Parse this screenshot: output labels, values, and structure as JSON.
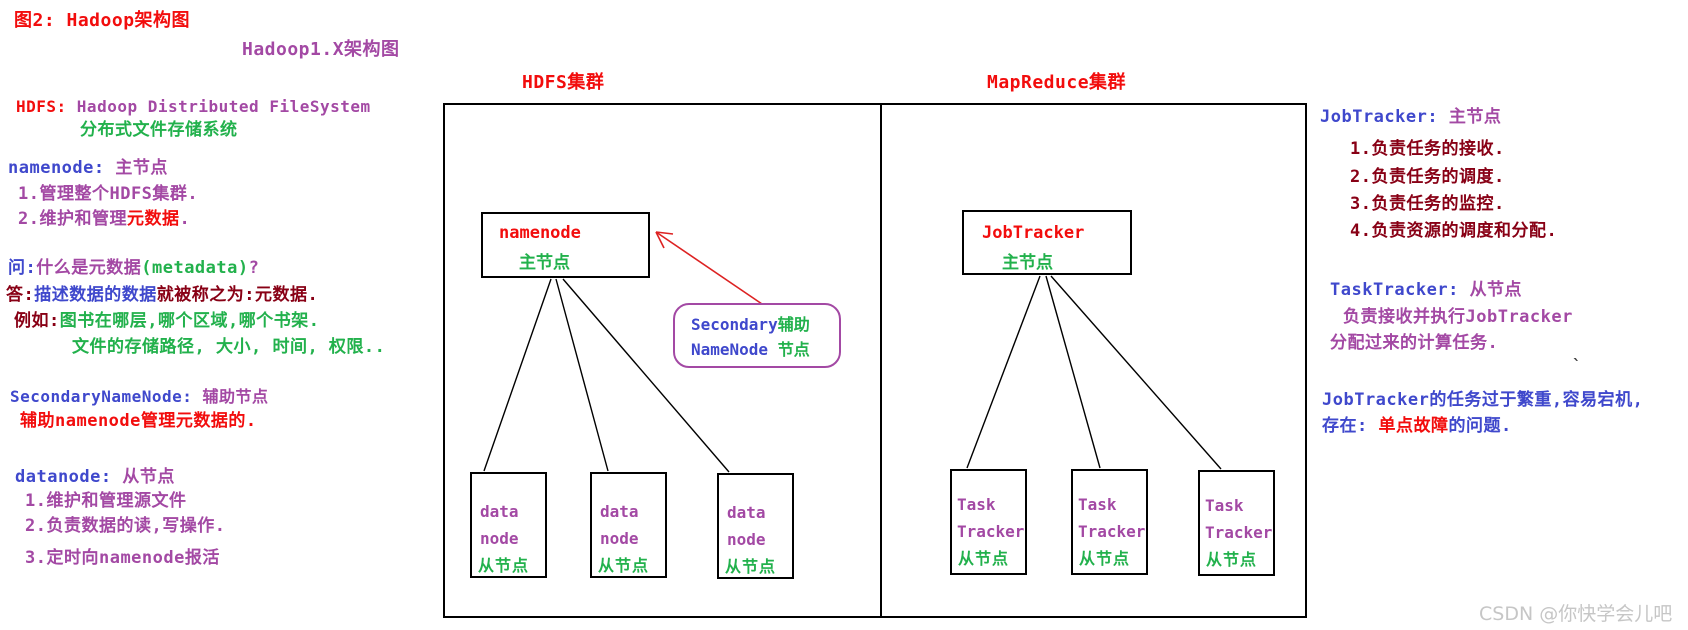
{
  "colors": {
    "red": "#f20d0d",
    "purple": "#a349a4",
    "blue": "#3f48cc",
    "green": "#22b14c",
    "maroon": "#880015",
    "arrow_red": "#dd2222",
    "watermark_gray": "#c6c6c6"
  },
  "header": {
    "figure_title": [
      {
        "t": "图2: Hadoop架构图",
        "c": "red"
      }
    ],
    "subtitle": [
      {
        "t": "Hadoop1.X架构图",
        "c": "purple"
      }
    ]
  },
  "left_notes": {
    "hdfs_def": [
      {
        "t": "HDFS: ",
        "c": "red"
      },
      {
        "t": "Hadoop Distributed FileSystem",
        "c": "purple"
      }
    ],
    "hdfs_def_zh": [
      {
        "t": "分布式文件存储系统",
        "c": "green"
      }
    ],
    "namenode": [
      {
        "t": "namenode: ",
        "c": "blue"
      },
      {
        "t": "主节点",
        "c": "purple"
      }
    ],
    "namenode_1": [
      {
        "t": "1.管理整个HDFS集群.",
        "c": "purple"
      }
    ],
    "namenode_2": [
      {
        "t": "2.维护和管理",
        "c": "purple"
      },
      {
        "t": "元数据",
        "c": "red"
      },
      {
        "t": ".",
        "c": "purple"
      }
    ],
    "metadata_q": [
      {
        "t": "问:",
        "c": "blue"
      },
      {
        "t": "什么是元数据",
        "c": "purple"
      },
      {
        "t": "(metadata)",
        "c": "green"
      },
      {
        "t": "?",
        "c": "purple"
      }
    ],
    "metadata_a": [
      {
        "t": "答:",
        "c": "maroon"
      },
      {
        "t": "描述数据的数据",
        "c": "blue"
      },
      {
        "t": "就被称之为:元数据.",
        "c": "maroon"
      }
    ],
    "metadata_ex1": [
      {
        "t": "例如:",
        "c": "maroon"
      },
      {
        "t": "图书在哪层,哪个区域,哪个书架.",
        "c": "green"
      }
    ],
    "metadata_ex2": [
      {
        "t": "文件的存储路径, 大小, 时间, 权限..",
        "c": "green"
      }
    ],
    "secondary": [
      {
        "t": "SecondaryNameNode: ",
        "c": "blue"
      },
      {
        "t": "辅助节点",
        "c": "purple"
      }
    ],
    "secondary_desc": [
      {
        "t": "辅助namenode管理元数据的.",
        "c": "red"
      }
    ],
    "datanode": [
      {
        "t": "datanode: ",
        "c": "blue"
      },
      {
        "t": "从节点",
        "c": "purple"
      }
    ],
    "datanode_1": [
      {
        "t": "1.维护和管理源文件",
        "c": "purple"
      }
    ],
    "datanode_2": [
      {
        "t": "2.负责数据的读,写操作.",
        "c": "purple"
      }
    ],
    "datanode_3": [
      {
        "t": "3.定时向namenode报活",
        "c": "purple"
      }
    ]
  },
  "clusters": {
    "hdfs_title": [
      {
        "t": "HDFS集群",
        "c": "red"
      }
    ],
    "mapreduce_title": [
      {
        "t": "MapReduce集群",
        "c": "red"
      }
    ],
    "namenode_box": {
      "name": "namenode",
      "role": "主节点"
    },
    "jobtracker_box": {
      "name": "JobTracker",
      "role": "主节点"
    },
    "secondary_box": [
      [
        {
          "t": "Secondary",
          "c": "blue"
        },
        {
          "t": "辅助",
          "c": "green"
        }
      ],
      [
        {
          "t": "NameNode",
          "c": "blue"
        },
        {
          "t": " 节点",
          "c": "green"
        }
      ]
    ],
    "datanodes": [
      {
        "l1": "data",
        "l2": "node",
        "role": "从节点"
      },
      {
        "l1": "data",
        "l2": "node",
        "role": "从节点"
      },
      {
        "l1": "data",
        "l2": "node",
        "role": "从节点"
      }
    ],
    "tasktrackers": [
      {
        "l1": "Task",
        "l2": "Tracker",
        "role": "从节点"
      },
      {
        "l1": "Task",
        "l2": "Tracker",
        "role": "从节点"
      },
      {
        "l1": "Task",
        "l2": "Tracker",
        "role": "从节点"
      }
    ]
  },
  "right_notes": {
    "jobtracker": [
      {
        "t": "JobTracker: ",
        "c": "blue"
      },
      {
        "t": "主节点",
        "c": "purple"
      }
    ],
    "jt_1": [
      {
        "t": "1.负责任务的接收.",
        "c": "maroon"
      }
    ],
    "jt_2": [
      {
        "t": "2.负责任务的调度.",
        "c": "maroon"
      }
    ],
    "jt_3": [
      {
        "t": "3.负责任务的监控.",
        "c": "maroon"
      }
    ],
    "jt_4": [
      {
        "t": "4.负责资源的调度和分配.",
        "c": "maroon"
      }
    ],
    "tasktracker": [
      {
        "t": "TaskTracker: ",
        "c": "blue"
      },
      {
        "t": "从节点",
        "c": "purple"
      }
    ],
    "tt_1": [
      {
        "t": "负责接收并执行JobTracker",
        "c": "purple"
      }
    ],
    "tt_2": [
      {
        "t": "分配过来的计算任务.",
        "c": "purple"
      }
    ],
    "tick": [
      {
        "t": "`",
        "c": "black"
      }
    ],
    "problem_1": [
      {
        "t": "JobTracker的任务过于繁重,容易宕机,",
        "c": "blue"
      }
    ],
    "problem_2": [
      {
        "t": "存在: ",
        "c": "blue"
      },
      {
        "t": "单点故障",
        "c": "red"
      },
      {
        "t": "的问题.",
        "c": "blue"
      }
    ]
  },
  "watermark": "CSDN @你快学会儿吧"
}
